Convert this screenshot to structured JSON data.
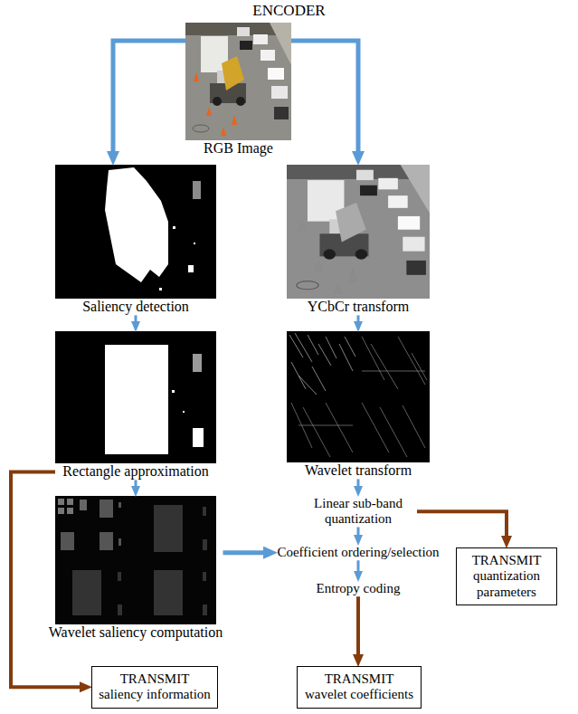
{
  "diagram": {
    "title": "ENCODER",
    "nodes": [
      {
        "text": [
          "RGB Image"
        ]
      },
      {
        "text": [
          "Saliency detection"
        ]
      },
      {
        "text": [
          "YCbCr transform"
        ]
      },
      {
        "text": [
          "Rectangle approximation"
        ]
      },
      {
        "text": [
          "Wavelet transform"
        ]
      },
      {
        "text": [
          "Linear sub-band quantization"
        ]
      },
      {
        "text": [
          "TRANSMIT quantization parameters"
        ]
      },
      {
        "text": [
          "Wavelet saliency computation"
        ]
      },
      {
        "text": [
          "Coefficient ordering/selection"
        ]
      },
      {
        "text": [
          "Entropy coding"
        ]
      },
      {
        "text": [
          "TRANSMIT saliency information"
        ]
      },
      {
        "text": [
          "TRANSMIT wavelet coefficients"
        ]
      }
    ],
    "edges": [
      {
        "from": 0,
        "to": 1,
        "arrow": "to"
      },
      {
        "from": 0,
        "to": 2,
        "arrow": "to"
      },
      {
        "from": 1,
        "to": 3,
        "arrow": "to"
      },
      {
        "from": 2,
        "to": 4,
        "arrow": "to"
      },
      {
        "from": 3,
        "to": 7,
        "arrow": "to"
      },
      {
        "from": 4,
        "to": 5,
        "arrow": "to"
      },
      {
        "from": 5,
        "to": 8,
        "arrow": "to"
      },
      {
        "from": 7,
        "to": 8,
        "arrow": "to"
      },
      {
        "from": 8,
        "to": 9,
        "arrow": "to"
      },
      {
        "from": 3,
        "to": 10,
        "arrow": "to"
      },
      {
        "from": 5,
        "to": 6,
        "arrow": "to"
      },
      {
        "from": 9,
        "to": 11,
        "arrow": "to"
      }
    ]
  }
}
